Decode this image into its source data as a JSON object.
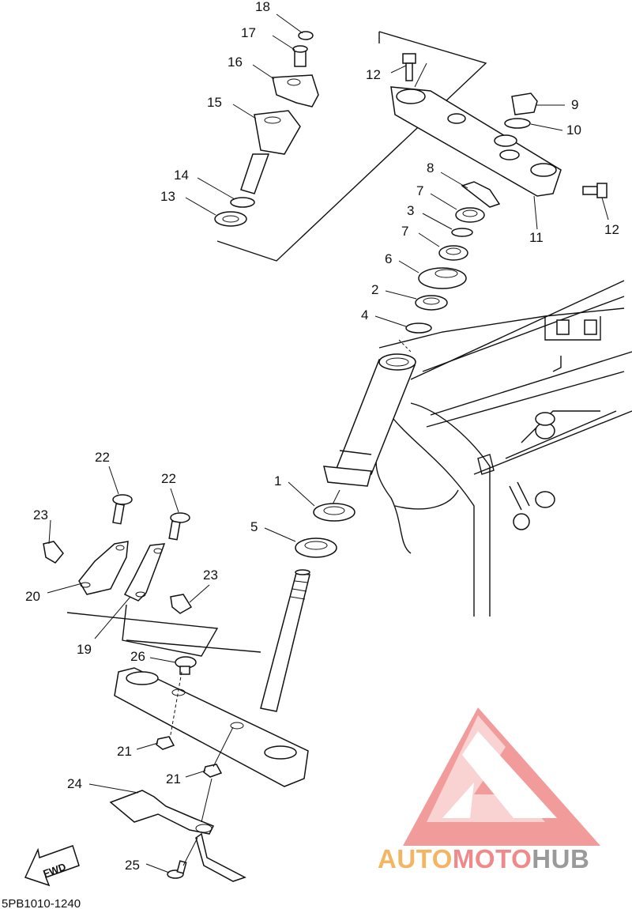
{
  "diagram": {
    "code": "5PB1010-1240",
    "fwd_label": "FWD",
    "callouts": [
      {
        "id": "c18",
        "label": "18"
      },
      {
        "id": "c17",
        "label": "17"
      },
      {
        "id": "c16",
        "label": "16"
      },
      {
        "id": "c15",
        "label": "15"
      },
      {
        "id": "c14",
        "label": "14"
      },
      {
        "id": "c13",
        "label": "13"
      },
      {
        "id": "c12a",
        "label": "12"
      },
      {
        "id": "c9",
        "label": "9"
      },
      {
        "id": "c10",
        "label": "10"
      },
      {
        "id": "c8",
        "label": "8"
      },
      {
        "id": "c7a",
        "label": "7"
      },
      {
        "id": "c3",
        "label": "3"
      },
      {
        "id": "c12b",
        "label": "12"
      },
      {
        "id": "c7b",
        "label": "7"
      },
      {
        "id": "c11",
        "label": "11"
      },
      {
        "id": "c6",
        "label": "6"
      },
      {
        "id": "c2",
        "label": "2"
      },
      {
        "id": "c4",
        "label": "4"
      },
      {
        "id": "c22a",
        "label": "22"
      },
      {
        "id": "c22b",
        "label": "22"
      },
      {
        "id": "c23a",
        "label": "23"
      },
      {
        "id": "c1",
        "label": "1"
      },
      {
        "id": "c5",
        "label": "5"
      },
      {
        "id": "c23b",
        "label": "23"
      },
      {
        "id": "c20",
        "label": "20"
      },
      {
        "id": "c19",
        "label": "19"
      },
      {
        "id": "c26",
        "label": "26"
      },
      {
        "id": "c21a",
        "label": "21"
      },
      {
        "id": "c21b",
        "label": "21"
      },
      {
        "id": "c24",
        "label": "24"
      },
      {
        "id": "c25",
        "label": "25"
      }
    ]
  },
  "watermark": {
    "word1": "AUTO",
    "word2": "MOTO",
    "word3": "HUB",
    "colors": {
      "logo": "#f08a8a",
      "auto": "#f3b562",
      "moto": "#f08a8a",
      "hub": "#9a9a9a"
    }
  }
}
